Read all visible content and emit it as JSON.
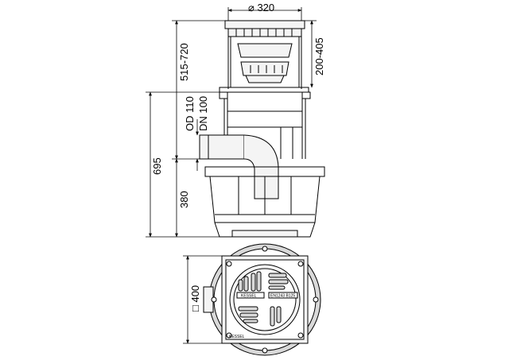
{
  "dimensions": {
    "top_diameter": "⌀ 320",
    "adjust_height": "200-405",
    "total_height": "515-720",
    "outlet_od": "OD 110",
    "outlet_dn": "DN 100",
    "body_height": "695",
    "lower_height": "380",
    "frame_size": "□ 400"
  },
  "grate_labels": {
    "brand": "KESSEL",
    "standard": "EN1243 B125",
    "brand_frame": "KESSEL"
  },
  "colors": {
    "line": "#000000",
    "fill": "#f4f4f4",
    "ring": "#d9d9d9"
  }
}
